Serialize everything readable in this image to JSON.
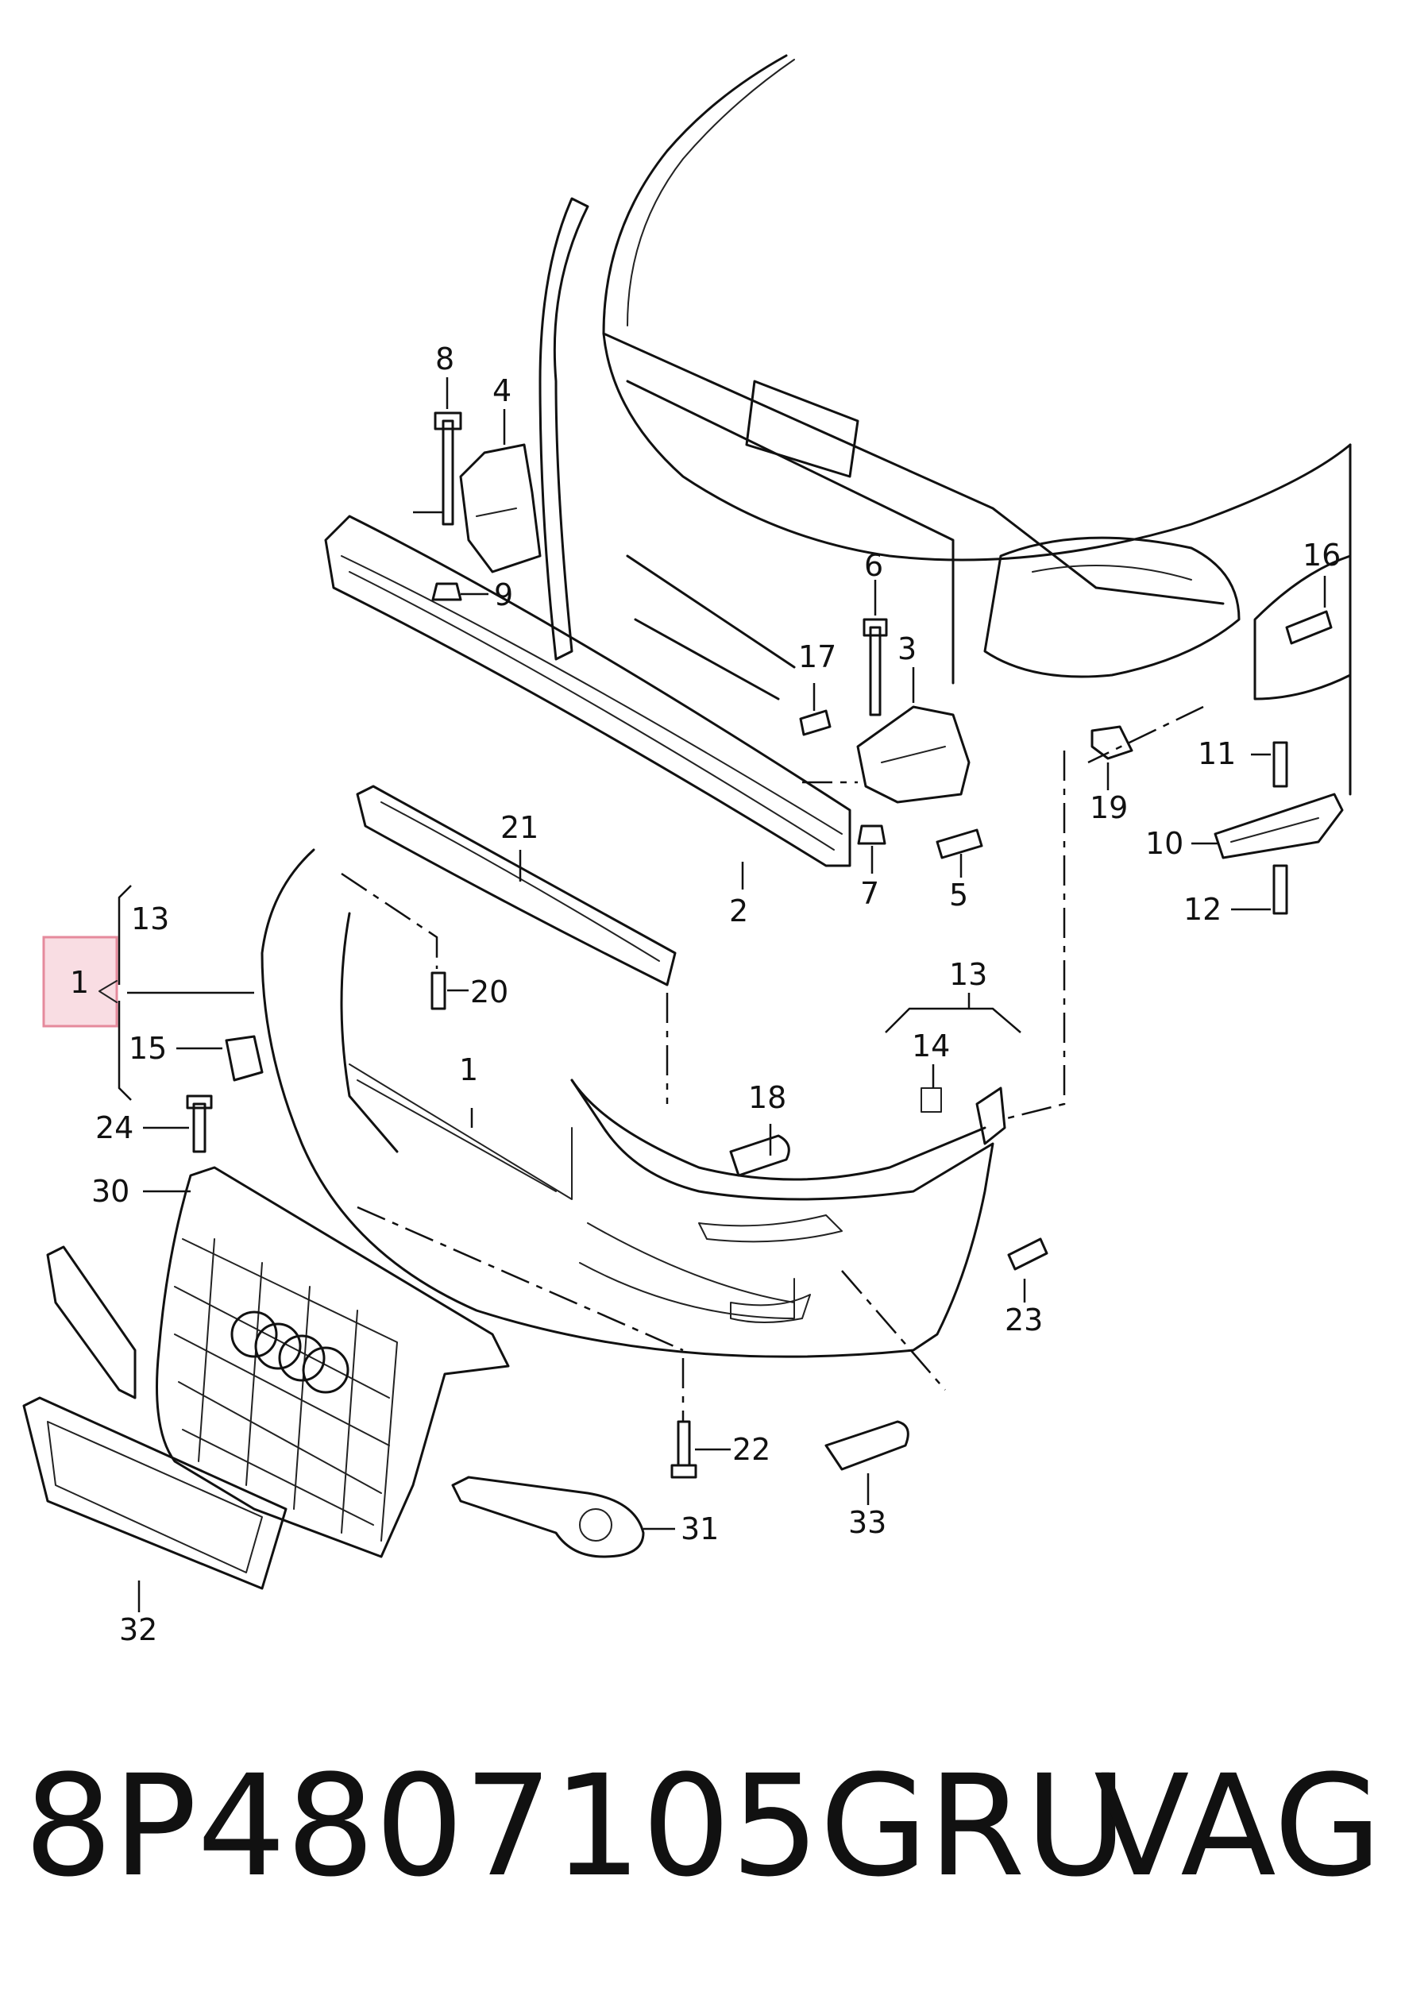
{
  "callouts": {
    "c1_box": "1",
    "c1": "1",
    "c2": "2",
    "c3": "3",
    "c4": "4",
    "c5": "5",
    "c6": "6",
    "c7": "7",
    "c8": "8",
    "c9": "9",
    "c10": "10",
    "c11": "11",
    "c12": "12",
    "c13a": "13",
    "c13b": "13",
    "c14": "14",
    "c15": "15",
    "c16": "16",
    "c17": "17",
    "c18": "18",
    "c19": "19",
    "c20": "20",
    "c21": "21",
    "c22": "22",
    "c23": "23",
    "c24": "24",
    "c30": "30",
    "c31": "31",
    "c32": "32",
    "c33": "33"
  },
  "footer": {
    "part_number": "8P4807105GRU",
    "brand": "VAG"
  },
  "colors": {
    "highlight_box_fill": "#f9dde3",
    "highlight_box_stroke": "#e58a9c",
    "line": "#111111"
  }
}
